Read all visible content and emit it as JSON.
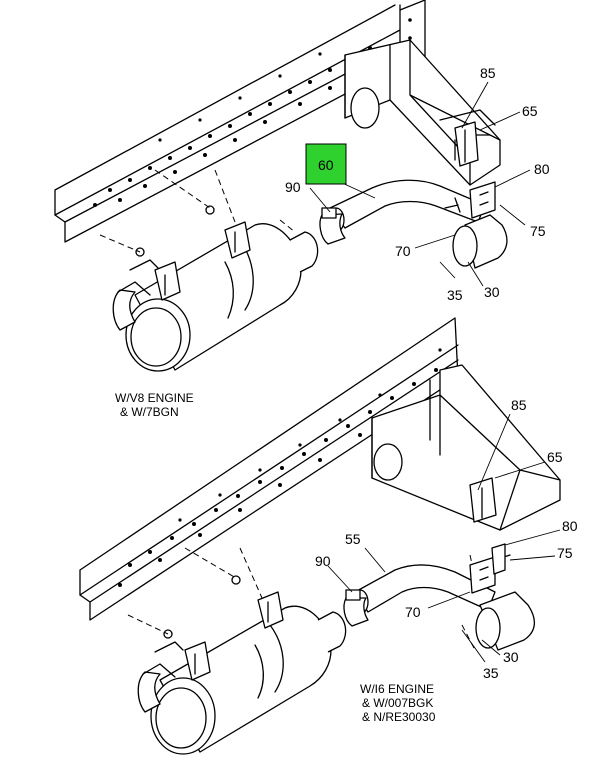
{
  "top_view": {
    "callouts": {
      "c60": "60",
      "c85": "85",
      "c65": "65",
      "c80": "80",
      "c90": "90",
      "c75": "75",
      "c70": "70",
      "c35": "35",
      "c30": "30"
    },
    "note_line1": "W/V8 ENGINE",
    "note_line2": "& W/7BGN",
    "highlight_color": "#2ed12e",
    "highlighted_callout": "60"
  },
  "bottom_view": {
    "callouts": {
      "c85": "85",
      "c65": "65",
      "c55": "55",
      "c80": "80",
      "c90": "90",
      "c75": "75",
      "c70": "70",
      "c30": "30",
      "c35": "35"
    },
    "note_line1": "W/I6 ENGINE",
    "note_line2": "& W/007BGK",
    "note_line3": "& N/RE30030"
  }
}
